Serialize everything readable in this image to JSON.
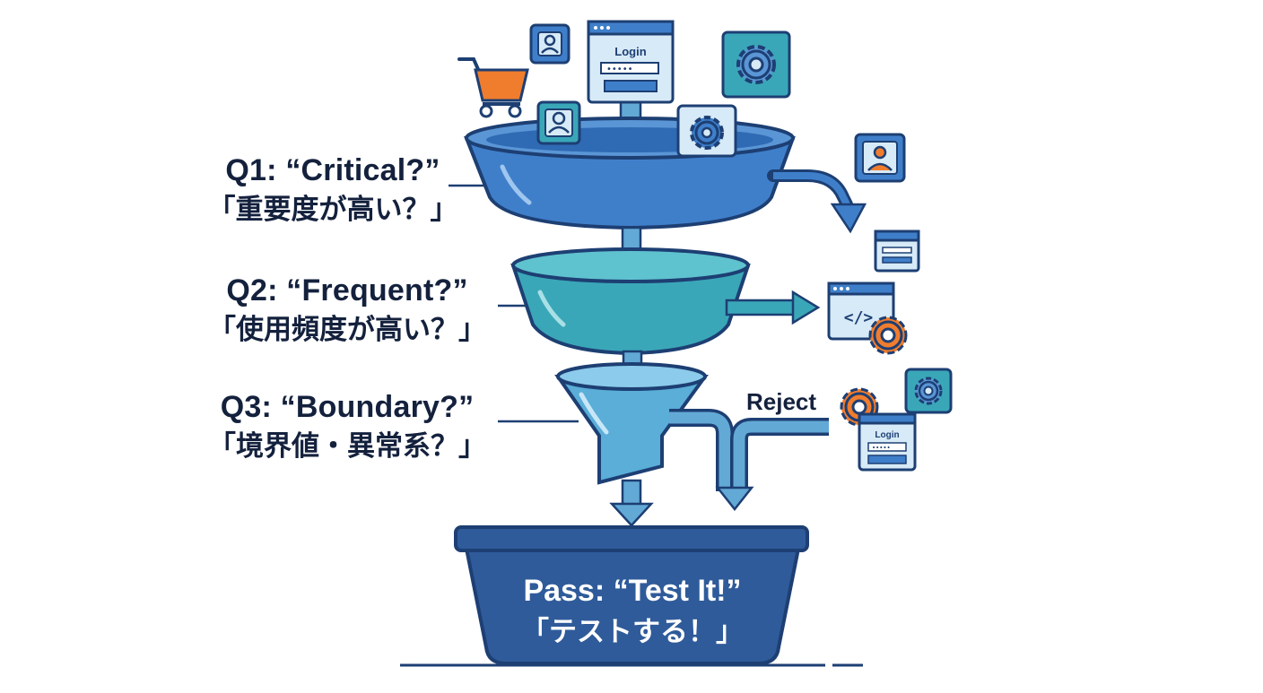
{
  "questions": [
    {
      "en": "Q1: “Critical?”",
      "jp": "「重要度が高い？」"
    },
    {
      "en": "Q2: “Frequent?”",
      "jp": "「使用頻度が高い？」"
    },
    {
      "en": "Q3: “Boundary?”",
      "jp": "「境界値・異常系？」"
    }
  ],
  "pass": {
    "en": "Pass: “Test It!”",
    "jp": "「テストする！」"
  },
  "reject_label": "Reject",
  "login_card_label": "Login",
  "password_mask": "•••••",
  "code_glyph": "</>",
  "icons": [
    "user-card-icon",
    "login-window-icon",
    "gear-card-icon",
    "shopping-cart-icon",
    "browser-window-icon",
    "code-window-icon",
    "gear-icon"
  ],
  "colors": {
    "funnel1": "#3f7fca",
    "funnel2": "#3aa7b8",
    "funnel3": "#5aaed8",
    "outline": "#1d3f73",
    "arrow": "#63a9d6",
    "basket": "#2f5b9a",
    "accent_orange": "#f07d2e",
    "card_bg": "#d7eaf7"
  }
}
